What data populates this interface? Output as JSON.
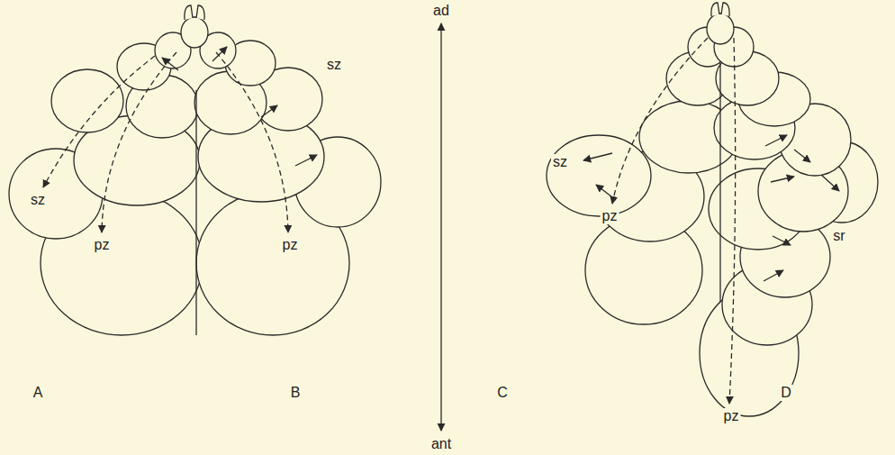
{
  "diagram": {
    "labels": [
      "ad",
      "sz",
      "sz",
      "sz",
      "pz",
      "sr",
      "pz",
      "pz",
      "A",
      "B",
      "C",
      "D",
      "pz",
      "ant"
    ]
  }
}
